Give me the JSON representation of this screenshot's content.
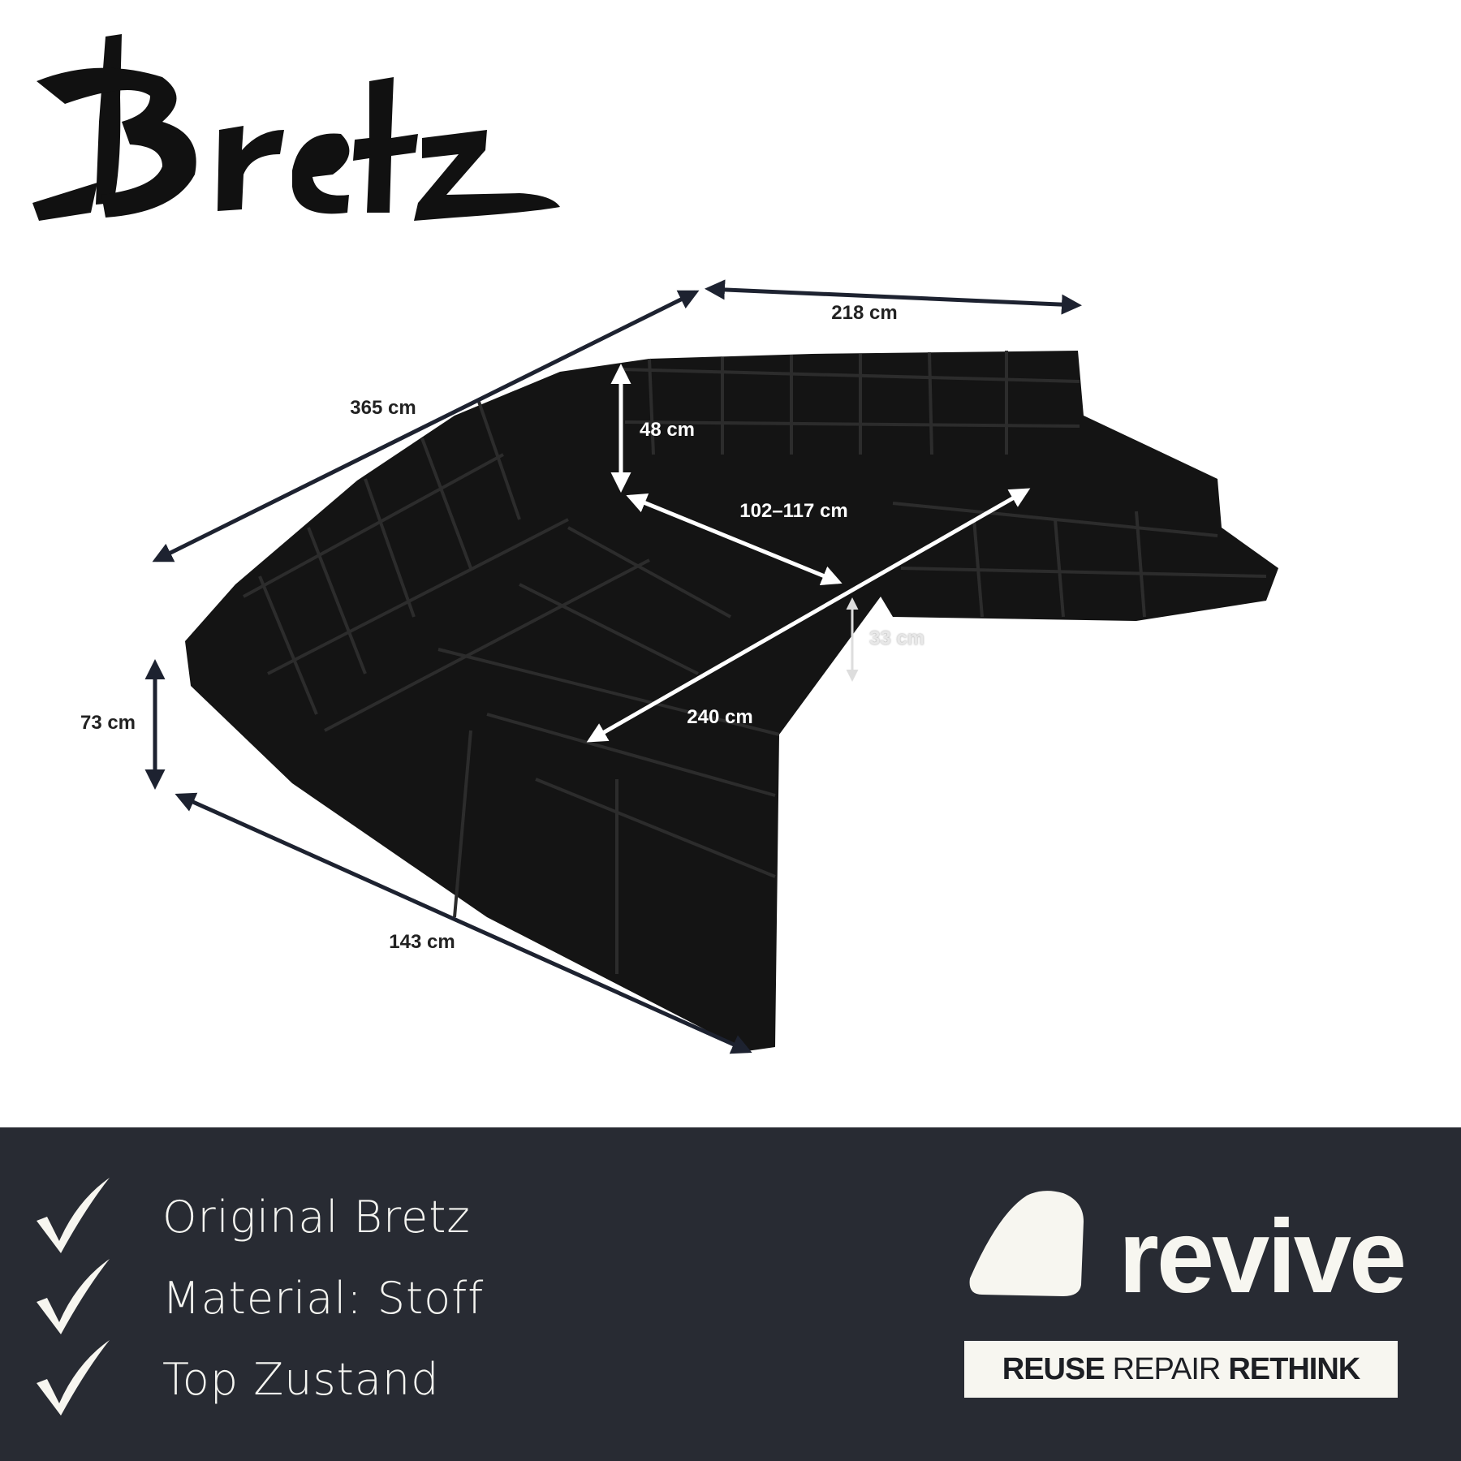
{
  "brand_logo": {
    "text": "Bretz"
  },
  "dimensions": {
    "back_width": "218 cm",
    "total_width": "365 cm",
    "back_height": "48 cm",
    "seat_depth": "102–117 cm",
    "seat_height": "33 cm",
    "diagonal": "240 cm",
    "height": "73 cm",
    "side_length": "143 cm"
  },
  "features": [
    {
      "label": "Original Bretz",
      "icon": "checkmark-icon"
    },
    {
      "label": "Material: Stoff",
      "icon": "checkmark-icon"
    },
    {
      "label": "Top Zustand",
      "icon": "checkmark-icon"
    }
  ],
  "revive": {
    "wordmark": "revive",
    "tagline": [
      "REUSE",
      "REPAIR",
      "RETHINK"
    ]
  },
  "colors": {
    "banner": "#282b33",
    "text_light": "#f7f6f0",
    "sofa": "#141414"
  }
}
